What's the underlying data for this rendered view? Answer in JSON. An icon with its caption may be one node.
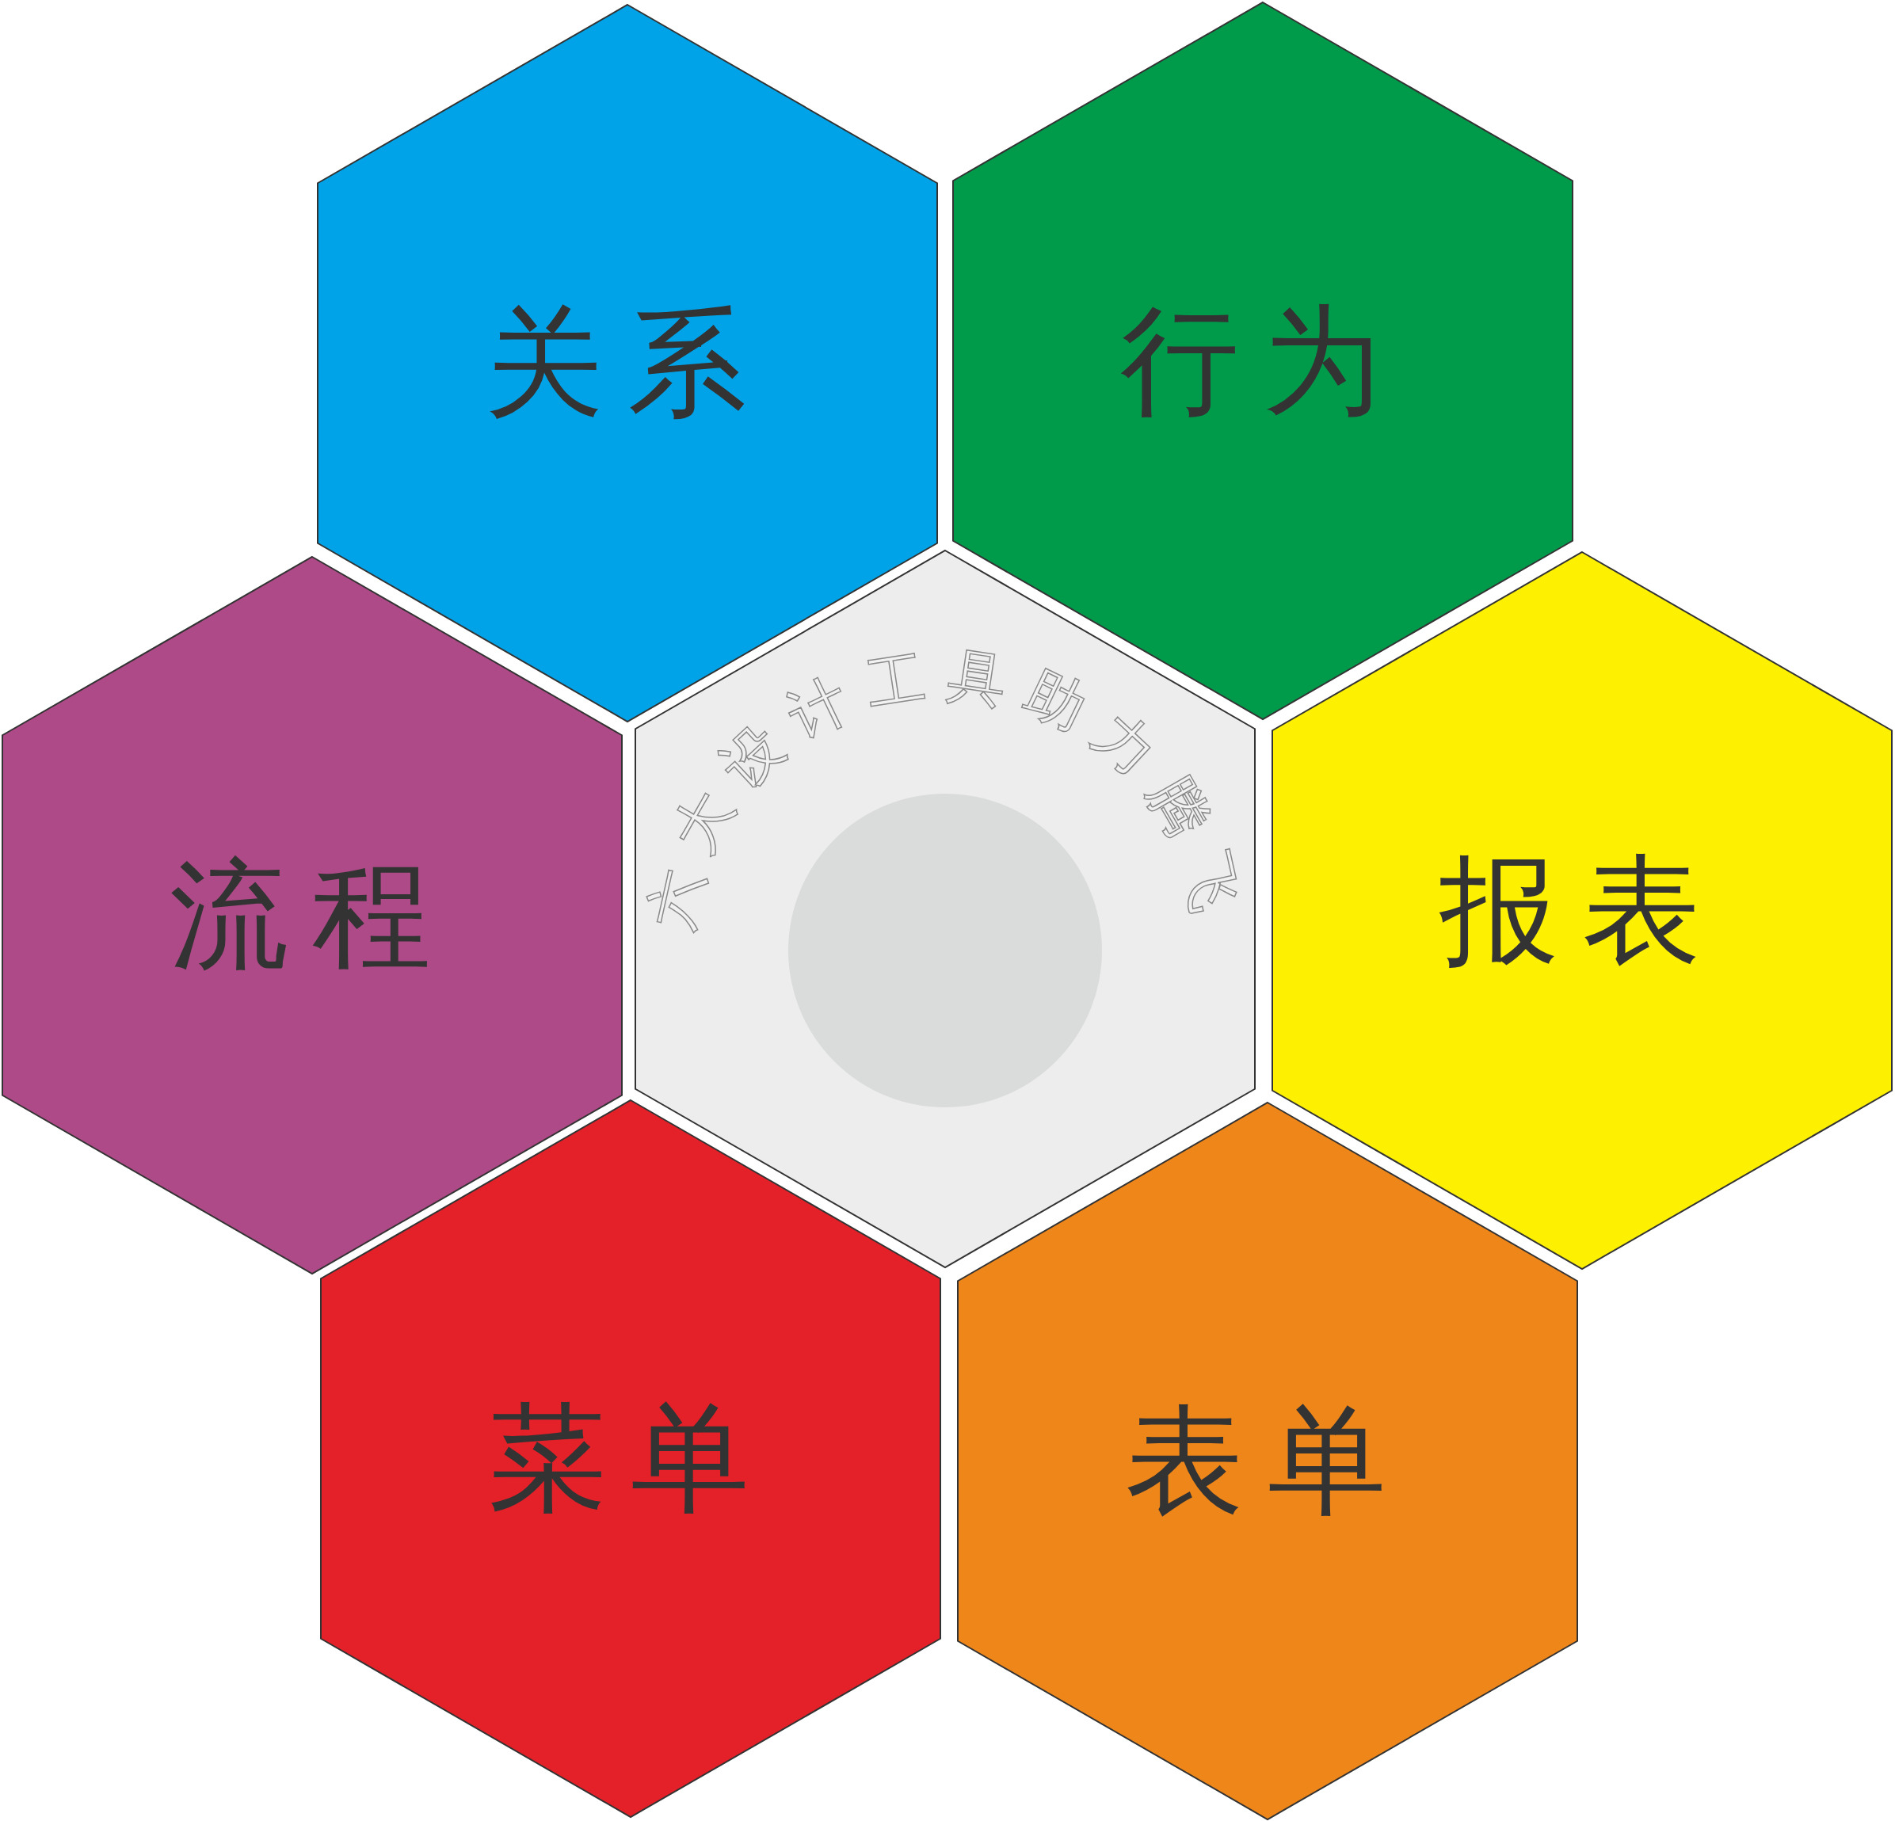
{
  "diagram": {
    "nodes": [
      {
        "text": [
          "关系"
        ]
      },
      {
        "text": [
          "行为"
        ]
      },
      {
        "text": [
          "流程"
        ]
      },
      {
        "text": [
          "六大设计工具助力腾飞"
        ]
      },
      {
        "text": [
          "报表"
        ]
      },
      {
        "text": [
          "菜单"
        ]
      },
      {
        "text": [
          "表单"
        ]
      }
    ],
    "edges": []
  }
}
